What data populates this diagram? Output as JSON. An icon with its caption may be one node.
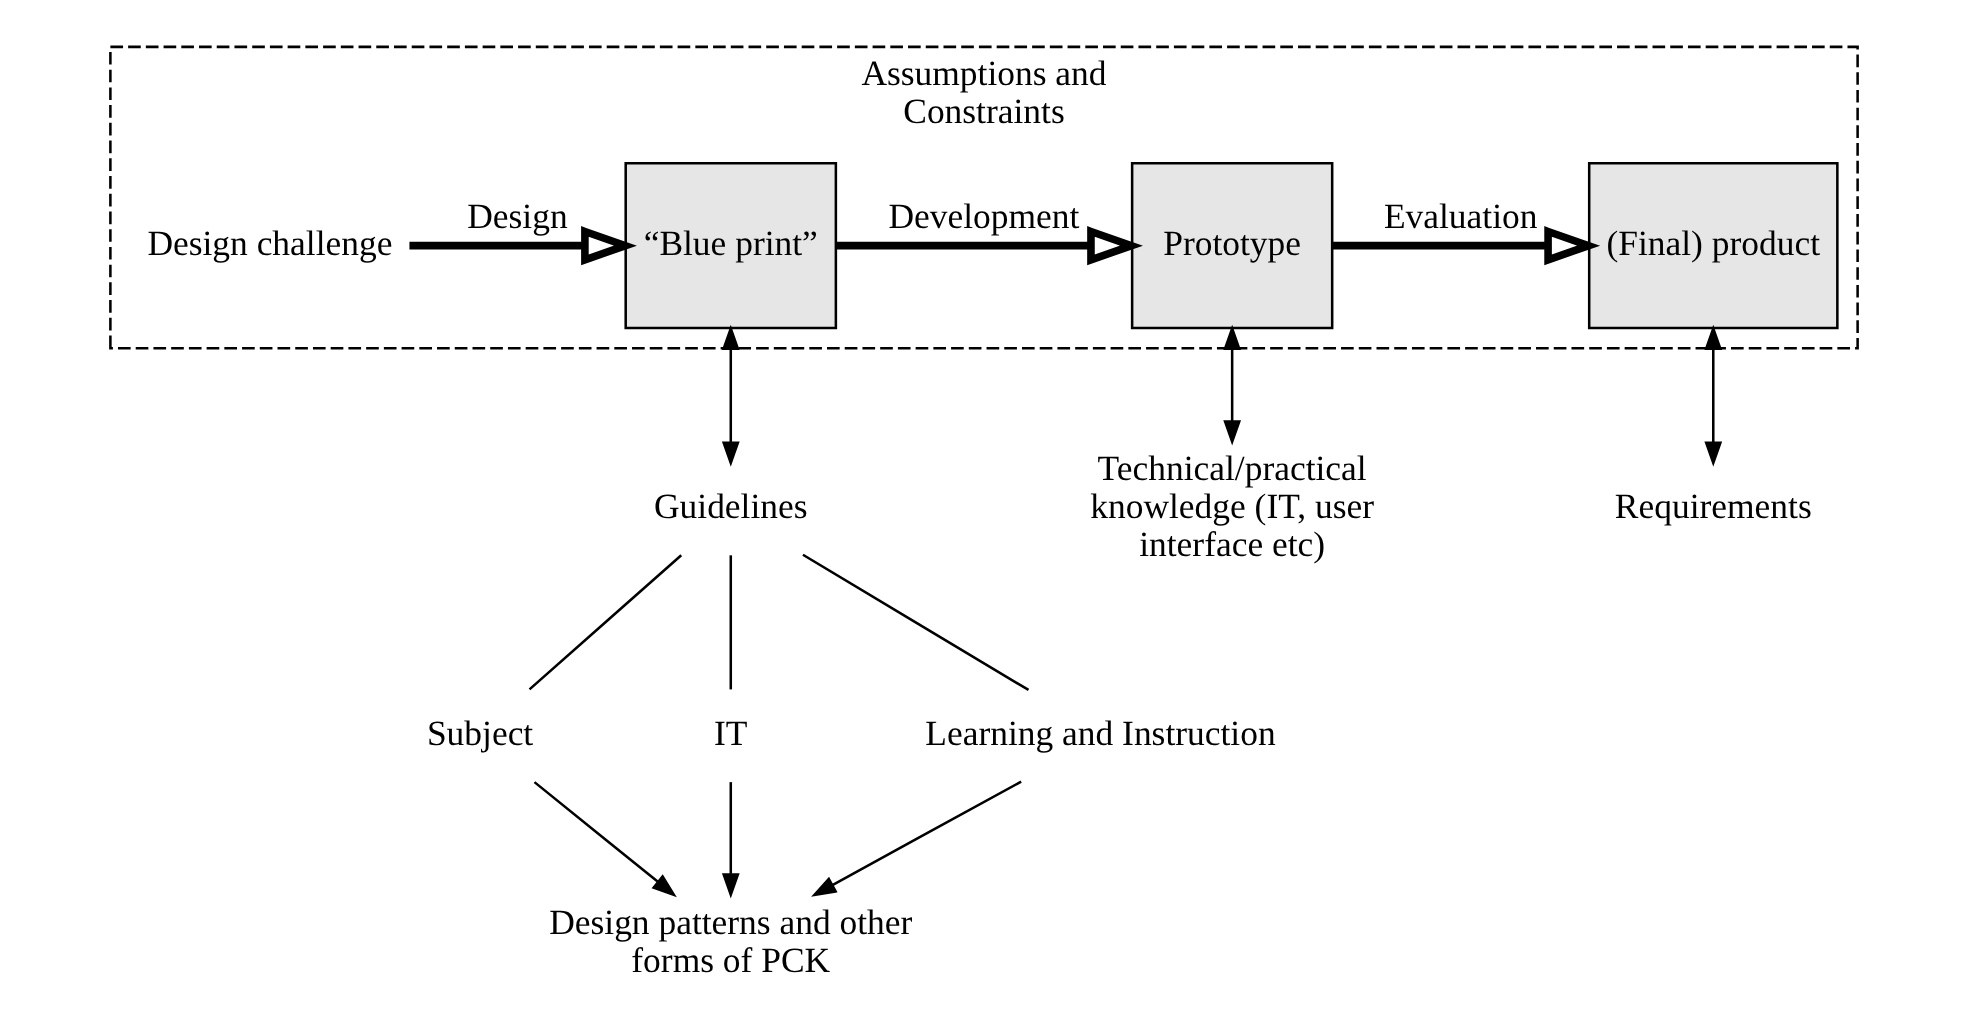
{
  "diagram": {
    "nodes": [
      {
        "text": [
          "Assumptions and Constraints"
        ]
      },
      {
        "text": [
          "Design challenge"
        ],
        "in": 0
      },
      {
        "text": [
          "“Blue print”"
        ],
        "in": 0
      },
      {
        "text": [
          "Prototype"
        ],
        "in": 0
      },
      {
        "text": [
          "(Final) product"
        ],
        "in": 0
      },
      {
        "text": [
          "Guidelines"
        ]
      },
      {
        "text": [
          "Technical/practical knowledge (IT, user interface etc)"
        ]
      },
      {
        "text": [
          "Requirements"
        ]
      },
      {
        "text": [
          "Subject"
        ]
      },
      {
        "text": [
          "IT"
        ]
      },
      {
        "text": [
          "Learning and Instruction"
        ]
      },
      {
        "text": [
          "Design patterns and other forms of PCK"
        ]
      }
    ],
    "edges": [
      {
        "from": 1,
        "to": 2,
        "arrow": "to",
        "label": "Design",
        "style": "thick"
      },
      {
        "from": 2,
        "to": 3,
        "arrow": "to",
        "label": "Development",
        "style": "thick"
      },
      {
        "from": 3,
        "to": 4,
        "arrow": "to",
        "label": "Evaluation",
        "style": "thick"
      },
      {
        "from": 2,
        "to": 5,
        "arrow": "both"
      },
      {
        "from": 3,
        "to": 6,
        "arrow": "both"
      },
      {
        "from": 4,
        "to": 7,
        "arrow": "both"
      },
      {
        "from": 5,
        "to": 8,
        "arrow": "none"
      },
      {
        "from": 5,
        "to": 9,
        "arrow": "none"
      },
      {
        "from": 5,
        "to": 10,
        "arrow": "none"
      },
      {
        "from": 8,
        "to": 11,
        "arrow": "to"
      },
      {
        "from": 9,
        "to": 11,
        "arrow": "to"
      },
      {
        "from": 10,
        "to": 11,
        "arrow": "to"
      }
    ]
  }
}
